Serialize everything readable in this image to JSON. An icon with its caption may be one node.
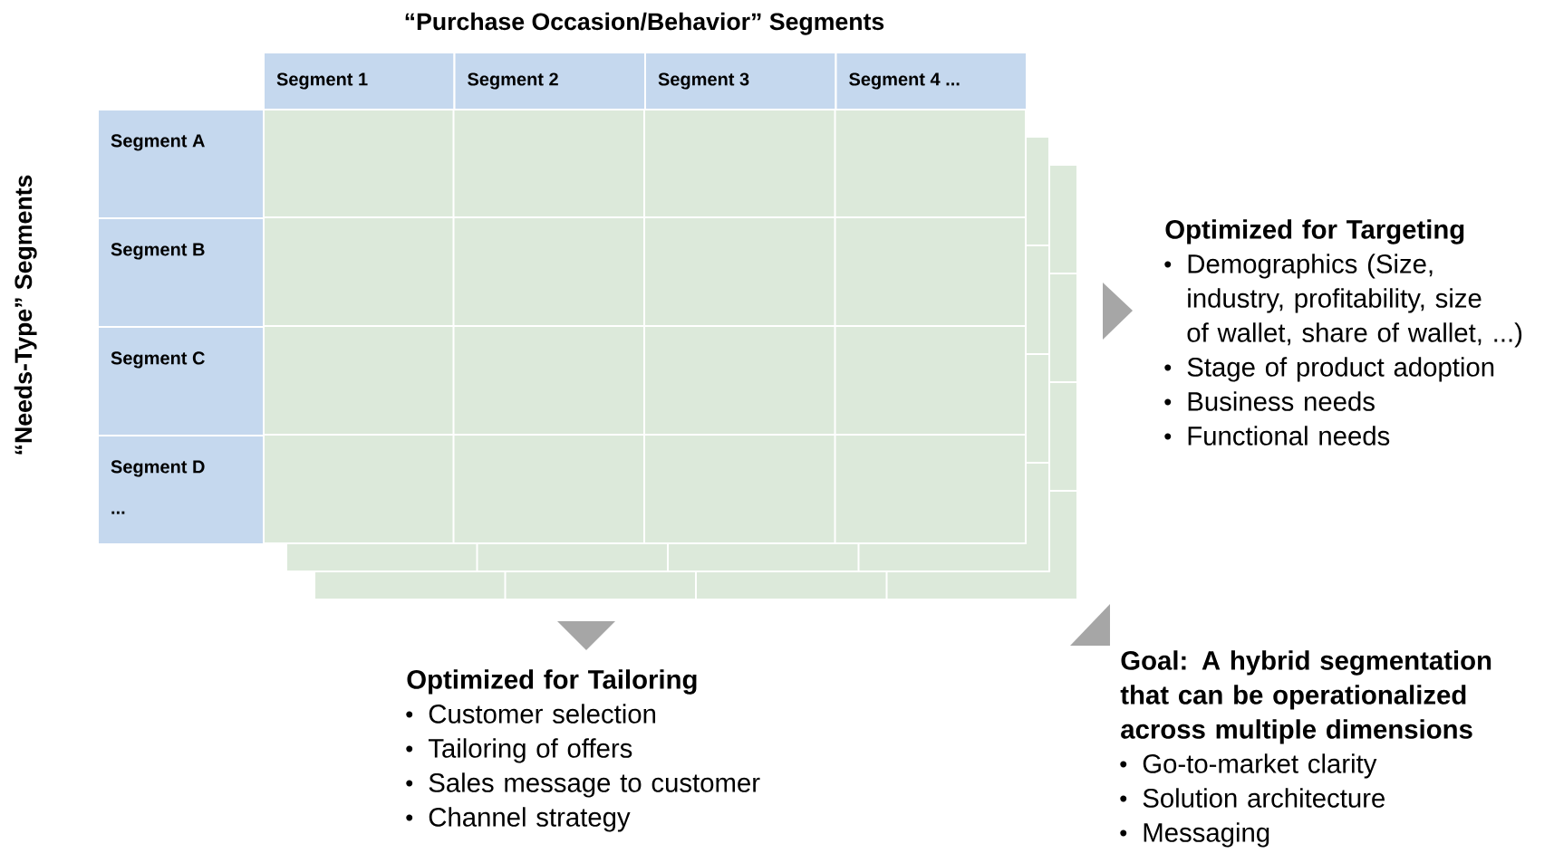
{
  "diagram": {
    "title": "“Purchase Occasion/Behavior” Segments",
    "nodes": [
      {
        "text": [
          "Segment 1"
        ]
      },
      {
        "text": [
          "Segment 2"
        ]
      },
      {
        "text": [
          "Segment 3"
        ]
      },
      {
        "text": [
          "Segment 4 ..."
        ]
      },
      {
        "text": [
          "Segment A"
        ]
      },
      {
        "text": [
          "Segment B"
        ]
      },
      {
        "text": [
          "Segment C"
        ]
      },
      {
        "text": [
          "Segment D",
          "..."
        ]
      },
      {
        "text": [
          "Optimized for Targeting",
          "Demographics (Size, industry, profitability, size of wallet, share of wallet, ...)",
          "Stage of product adoption",
          "Business needs",
          "Functional needs"
        ]
      },
      {
        "text": [
          "Optimized for Tailoring",
          "Customer selection",
          "Tailoring of offers",
          "Sales message to customer",
          "Channel strategy"
        ]
      },
      {
        "text": [
          "Goal: A hybrid segmentation that can be operationalized across multiple dimensions",
          "Go-to-market clarity",
          "Solution architecture",
          "Messaging"
        ]
      }
    ],
    "labels": [
      "“Needs-Type” Segments"
    ]
  }
}
